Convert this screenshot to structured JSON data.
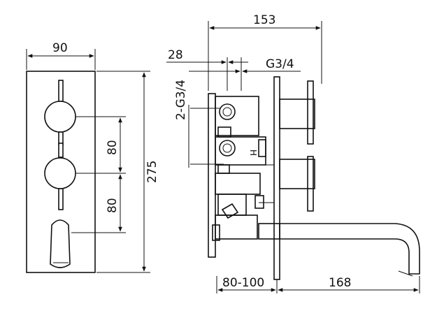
{
  "front_view": {
    "width_label": "90",
    "height_label": "275",
    "spacing_top_label": "80",
    "spacing_bottom_label": "80"
  },
  "side_view": {
    "overall_depth_label": "153",
    "inlet_offset_label": "28",
    "outlet_thread_label": "G3/4",
    "inlet_thread_label": "2-G3/4",
    "wall_depth_label": "80-100",
    "spout_reach_label": "168",
    "hot_marker_label": "H"
  }
}
